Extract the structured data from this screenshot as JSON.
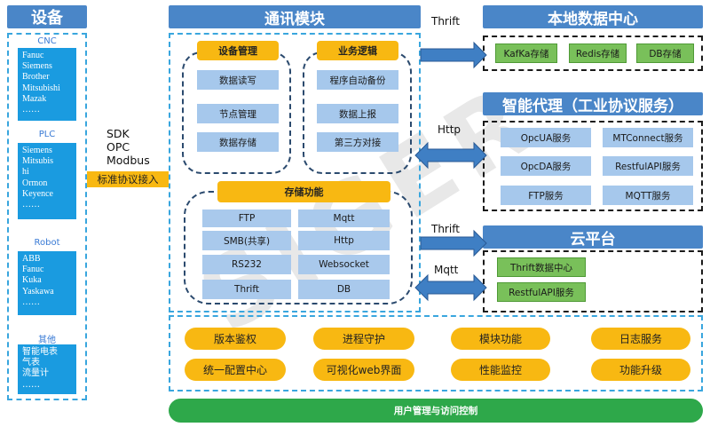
{
  "devices": {
    "header": "设备",
    "groups": [
      {
        "title": "CNC",
        "items": [
          "Fanuc",
          "Siemens",
          "Brother",
          "Mitsubishi",
          "Mazak",
          "……"
        ]
      },
      {
        "title": "PLC",
        "items": [
          "Siemens",
          "Mitsubis",
          "hi",
          "Ormon",
          "Keyence",
          "……"
        ]
      },
      {
        "title": "Robot",
        "items": [
          "ABB",
          "Fanuc",
          "Kuka",
          "Yaskawa",
          "……"
        ]
      },
      {
        "title": "其他",
        "items": [
          "智能电表",
          "气表",
          "流量计",
          "……"
        ]
      }
    ]
  },
  "protocols": {
    "sdk": "SDK",
    "opc": "OPC",
    "modbus": "Modbus",
    "access_label": "标准协议接入"
  },
  "comm": {
    "header": "通讯模块",
    "device_mgmt": {
      "title": "设备管理",
      "items": [
        "数据读写",
        "节点管理",
        "数据存储"
      ]
    },
    "business": {
      "title": "业务逻辑",
      "items": [
        "程序自动备份",
        "数据上报",
        "第三方对接"
      ]
    },
    "storage": {
      "title": "存储功能",
      "items": [
        "FTP",
        "Mqtt",
        "SMB(共享)",
        "Http",
        "RS232",
        "Websocket",
        "Thrift",
        "DB"
      ]
    }
  },
  "bottom_features": [
    "版本鉴权",
    "进程守护",
    "模块功能",
    "日志服务",
    "统一配置中心",
    "可视化web界面",
    "性能监控",
    "功能升级"
  ],
  "footer_bar": "用户管理与访问控制",
  "links": {
    "thrift_top": "Thrift",
    "http": "Http",
    "thrift_mid": "Thrift",
    "mqtt": "Mqtt"
  },
  "local_dc": {
    "header": "本地数据中心",
    "items": [
      "KafKa存储",
      "Redis存储",
      "DB存储"
    ]
  },
  "agent": {
    "header": "智能代理（工业协议服务）",
    "items": [
      "OpcUA服务",
      "MTConnect服务",
      "OpcDA服务",
      "RestfulAPI服务",
      "FTP服务",
      "MQTT服务"
    ]
  },
  "cloud": {
    "header": "云平台",
    "items": [
      "Thrift数据中心",
      "RestfulAPI服务"
    ]
  },
  "colors": {
    "header_blue": "#4a86c8",
    "orange": "#f8b812",
    "green_bar": "#2ea84a",
    "device_blue": "#1a9be0",
    "arrow_blue": "#3f7fc4"
  }
}
